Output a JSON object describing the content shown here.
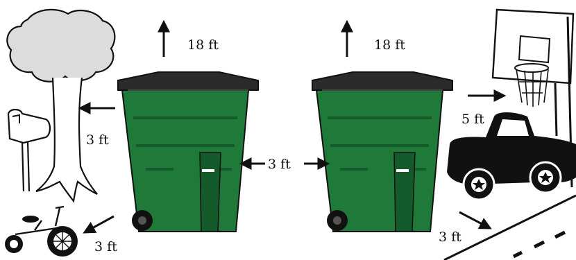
{
  "labels": {
    "clearance_overhead_left": "18 ft",
    "clearance_overhead_right": "18 ft",
    "clearance_tree_mailbox": "3 ft",
    "clearance_between_carts": "3 ft",
    "clearance_bike": "3 ft",
    "clearance_hoop_car": "5 ft",
    "clearance_curb": "3 ft"
  },
  "colors": {
    "cart_body": "#1f7a3a",
    "cart_body_dark": "#155a2a",
    "cart_lid": "#2b2b2b",
    "ink": "#111111",
    "tree_canopy": "#dcdcdc"
  },
  "icons": [
    "tree-icon",
    "mailbox-icon",
    "tricycle-icon",
    "basketball-hoop-icon",
    "car-icon",
    "trash-cart-icon",
    "street-lines-icon"
  ]
}
